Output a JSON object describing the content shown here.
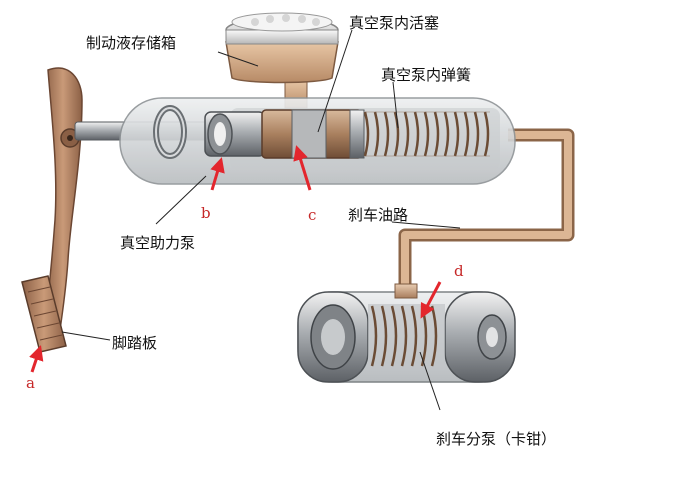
{
  "labels": {
    "reservoir": "制动液存储箱",
    "piston": "真空泵内活塞",
    "spring": "真空泵内弹簧",
    "booster": "真空助力泵",
    "brake_line": "刹车油路",
    "pedal": "脚踏板",
    "caliper": "刹车分泵（卡钳）"
  },
  "markers": {
    "a": "a",
    "b": "b",
    "c": "c",
    "d": "d"
  },
  "colors": {
    "arrow": "#e3262d",
    "oil": "#c9a47e",
    "metal": "#9aa0a6",
    "pedal": "#b98b6a"
  }
}
